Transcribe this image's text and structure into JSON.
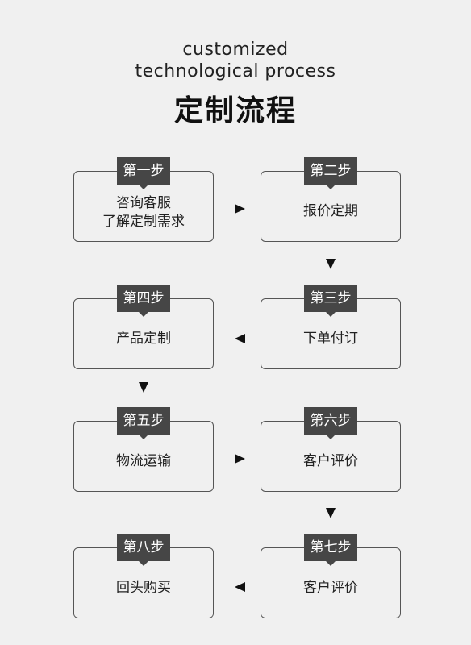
{
  "title_en_line1": "customized",
  "title_en_line2": "technological process",
  "title_cn": "定制流程",
  "steps": [
    {
      "tag": "第一步",
      "line1": "咨询客服",
      "line2": "了解定制需求"
    },
    {
      "tag": "第二步",
      "line1": "报价定期"
    },
    {
      "tag": "第三步",
      "line1": "下单付订"
    },
    {
      "tag": "第四步",
      "line1": "产品定制"
    },
    {
      "tag": "第五步",
      "line1": "物流运输"
    },
    {
      "tag": "第六步",
      "line1": "客户评价"
    },
    {
      "tag": "第七步",
      "line1": "客户评价"
    },
    {
      "tag": "第八步",
      "line1": "回头购买"
    }
  ]
}
